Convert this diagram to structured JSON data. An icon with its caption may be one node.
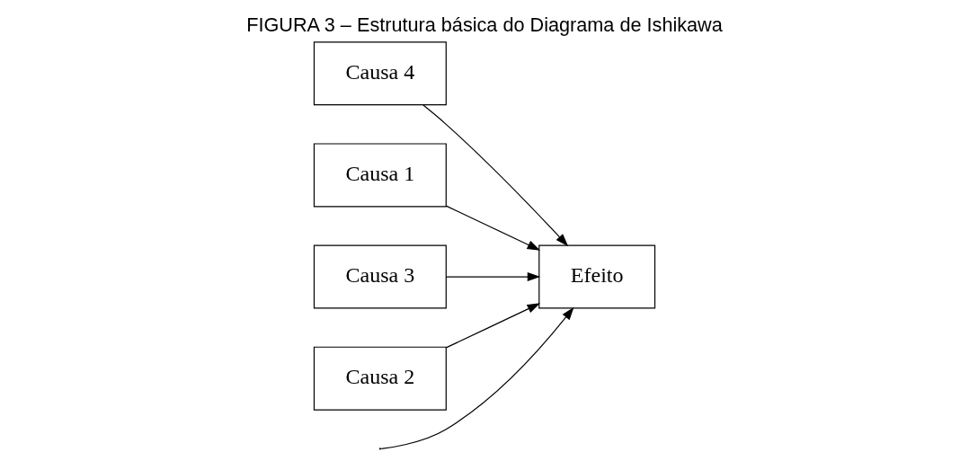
{
  "diagram": {
    "title": "FIGURA 3 – Estrutura básica do Diagrama de Ishikawa",
    "nodes": [
      {
        "text": [
          "Causa 4"
        ]
      },
      {
        "text": [
          "Causa 1"
        ]
      },
      {
        "text": [
          "Efeito"
        ]
      },
      {
        "text": [
          "Causa 3"
        ]
      },
      {
        "text": [
          "Causa 2"
        ]
      }
    ],
    "edges": [
      {
        "from": null,
        "to": 2,
        "arrow": "to"
      },
      {
        "from": 0,
        "to": 2,
        "arrow": "to"
      },
      {
        "from": 1,
        "to": 2,
        "arrow": "to"
      },
      {
        "from": 3,
        "to": 2,
        "arrow": "to"
      },
      {
        "from": 4,
        "to": 2,
        "arrow": "to"
      }
    ]
  }
}
